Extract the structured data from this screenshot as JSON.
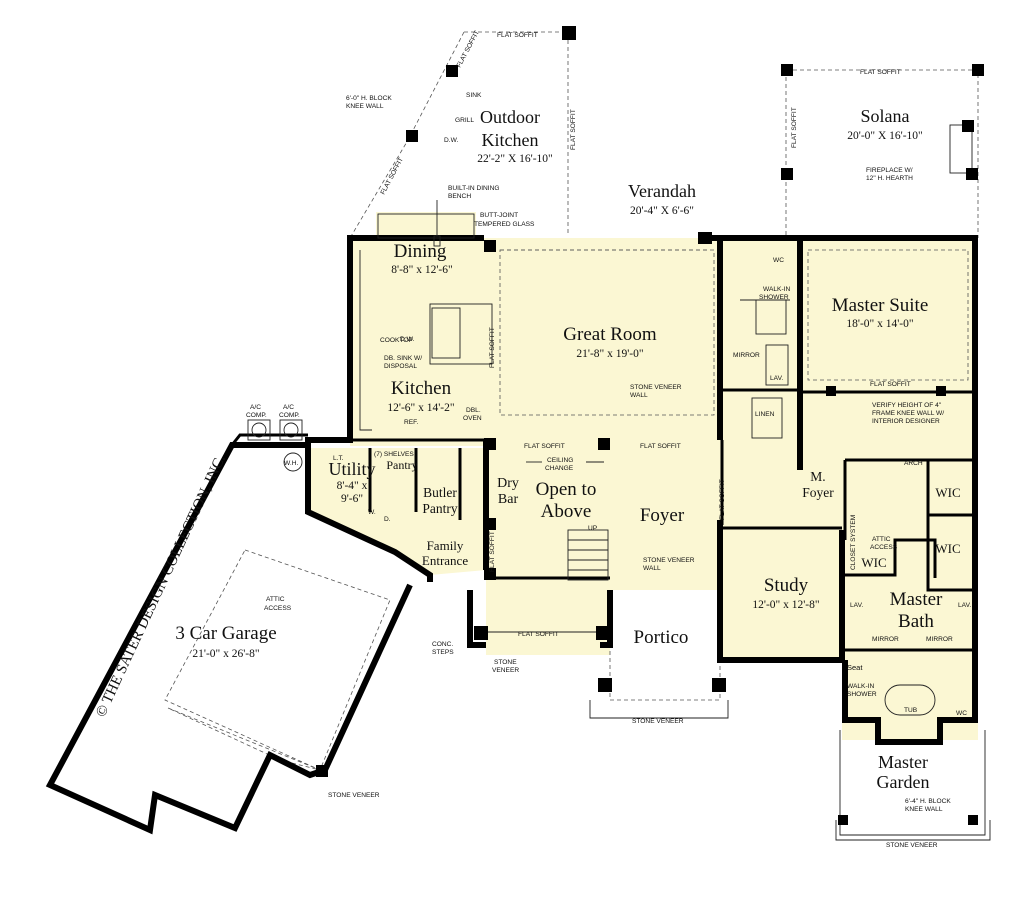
{
  "rooms": {
    "outdoor_kitchen": {
      "line1": "Outdoor",
      "line2": "Kitchen",
      "dim": "22'-2\" X 16'-10\""
    },
    "solana": {
      "name": "Solana",
      "dim": "20'-0\" X 16'-10\""
    },
    "verandah": {
      "name": "Verandah",
      "dim": "20'-4\" X 6'-6\""
    },
    "dining": {
      "name": "Dining",
      "dim": "8'-8\" x 12'-6\""
    },
    "great_room": {
      "name": "Great Room",
      "dim": "21'-8\" x 19'-0\""
    },
    "master_suite": {
      "name": "Master Suite",
      "dim": "18'-0\" x 14'-0\""
    },
    "kitchen": {
      "name": "Kitchen",
      "dim": "12'-6\" x 14'-2\""
    },
    "utility": {
      "name": "Utility",
      "dim1": "8'-4\" x",
      "dim2": "9'-6\""
    },
    "pantry": {
      "name": "Pantry"
    },
    "butler_pantry": {
      "line1": "Butler",
      "line2": "Pantry"
    },
    "dry_bar": {
      "line1": "Dry",
      "line2": "Bar"
    },
    "open_to_above": {
      "line1": "Open to",
      "line2": "Above"
    },
    "foyer": {
      "name": "Foyer"
    },
    "m_foyer": {
      "line1": "M.",
      "line2": "Foyer"
    },
    "family_entrance": {
      "line1": "Family",
      "line2": "Entrance"
    },
    "study": {
      "name": "Study",
      "dim": "12'-0\" x 12'-8\""
    },
    "master_bath": {
      "line1": "Master",
      "line2": "Bath"
    },
    "portico": {
      "name": "Portico"
    },
    "garage": {
      "name": "3 Car Garage",
      "dim": "21'-0\" x 26'-8\""
    },
    "master_garden": {
      "line1": "Master",
      "line2": "Garden"
    },
    "wic_1": {
      "name": "WIC"
    },
    "wic_2": {
      "name": "WIC"
    },
    "wic_3": {
      "name": "WIC"
    }
  },
  "notes": {
    "flat_soffit": "FLAT SOFFIT",
    "knee_wall_6": "6'-0\" H. BLOCK",
    "knee_wall_6b": "KNEE WALL",
    "sink": "SINK",
    "grill": "GRILL",
    "dw": "D.W.",
    "built_in_bench_1": "BUILT-IN DINING",
    "built_in_bench_2": "BENCH",
    "butt_joint_1": "BUTT-JOINT",
    "butt_joint_2": "TEMPERED GLASS",
    "fireplace_1": "FIREPLACE W/",
    "fireplace_2": "12\" H. HEARTH",
    "wc": "WC",
    "walk_in_shower_1": "WALK-IN",
    "walk_in_shower_2": "SHOWER",
    "mirror": "MIRROR",
    "lav": "LAV.",
    "linen": "LINEN",
    "stone_veneer_wall_1": "STONE VENEER",
    "stone_veneer_wall_2": "WALL",
    "verify_1": "VERIFY HEIGHT OF 4\"",
    "verify_2": "FRAME KNEE WALL W/",
    "verify_3": "INTERIOR DESIGNER",
    "arch": "ARCH",
    "closet_system": "CLOSET SYSTEM",
    "attic_access_1": "ATTIC",
    "attic_access_2": "ACCESS",
    "wic_small": "WIC",
    "seat": "Seat",
    "tub": "TUB",
    "knee_wall_64_1": "6'-4\" H. BLOCK",
    "knee_wall_64_2": "KNEE WALL",
    "stone_veneer": "STONE VENEER",
    "cooktop": "COOKTOP",
    "db_sink_1": "DB. SINK W/",
    "db_sink_2": "DISPOSAL",
    "ref": "REF.",
    "dbl_oven_1": "DBL.",
    "dbl_oven_2": "OVEN",
    "ac_1": "A/C",
    "ac_2": "COMP.",
    "wh": "W.H.",
    "lt": "L.T.",
    "shelves": "(7) SHELVES",
    "w": "W.",
    "d": "D.",
    "ceiling_change_1": "CEILING",
    "ceiling_change_2": "CHANGE",
    "up": "UP",
    "conc_steps_1": "CONC.",
    "conc_steps_2": "STEPS",
    "stone_veneer_2": "STONE",
    "stone_veneer_3": "VENEER",
    "copyright": "© THE SATER DESIGN COLLECTION, INC."
  }
}
